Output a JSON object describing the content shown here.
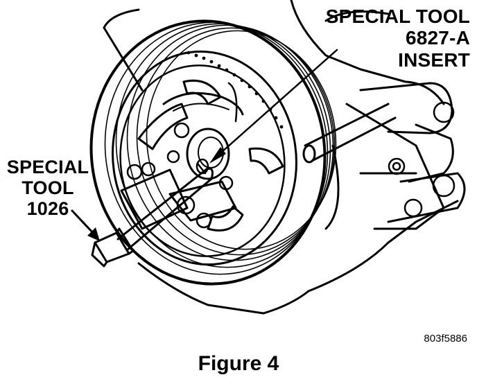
{
  "callouts": {
    "insert_tool": [
      "SPECIAL TOOL",
      "6827-A",
      "INSERT"
    ],
    "puller_tool": [
      "SPECIAL",
      "TOOL",
      "1026"
    ]
  },
  "figure_code": "803f5886",
  "caption": "Figure 4",
  "colors": {
    "ink": "#000000",
    "paper": "#ffffff"
  }
}
